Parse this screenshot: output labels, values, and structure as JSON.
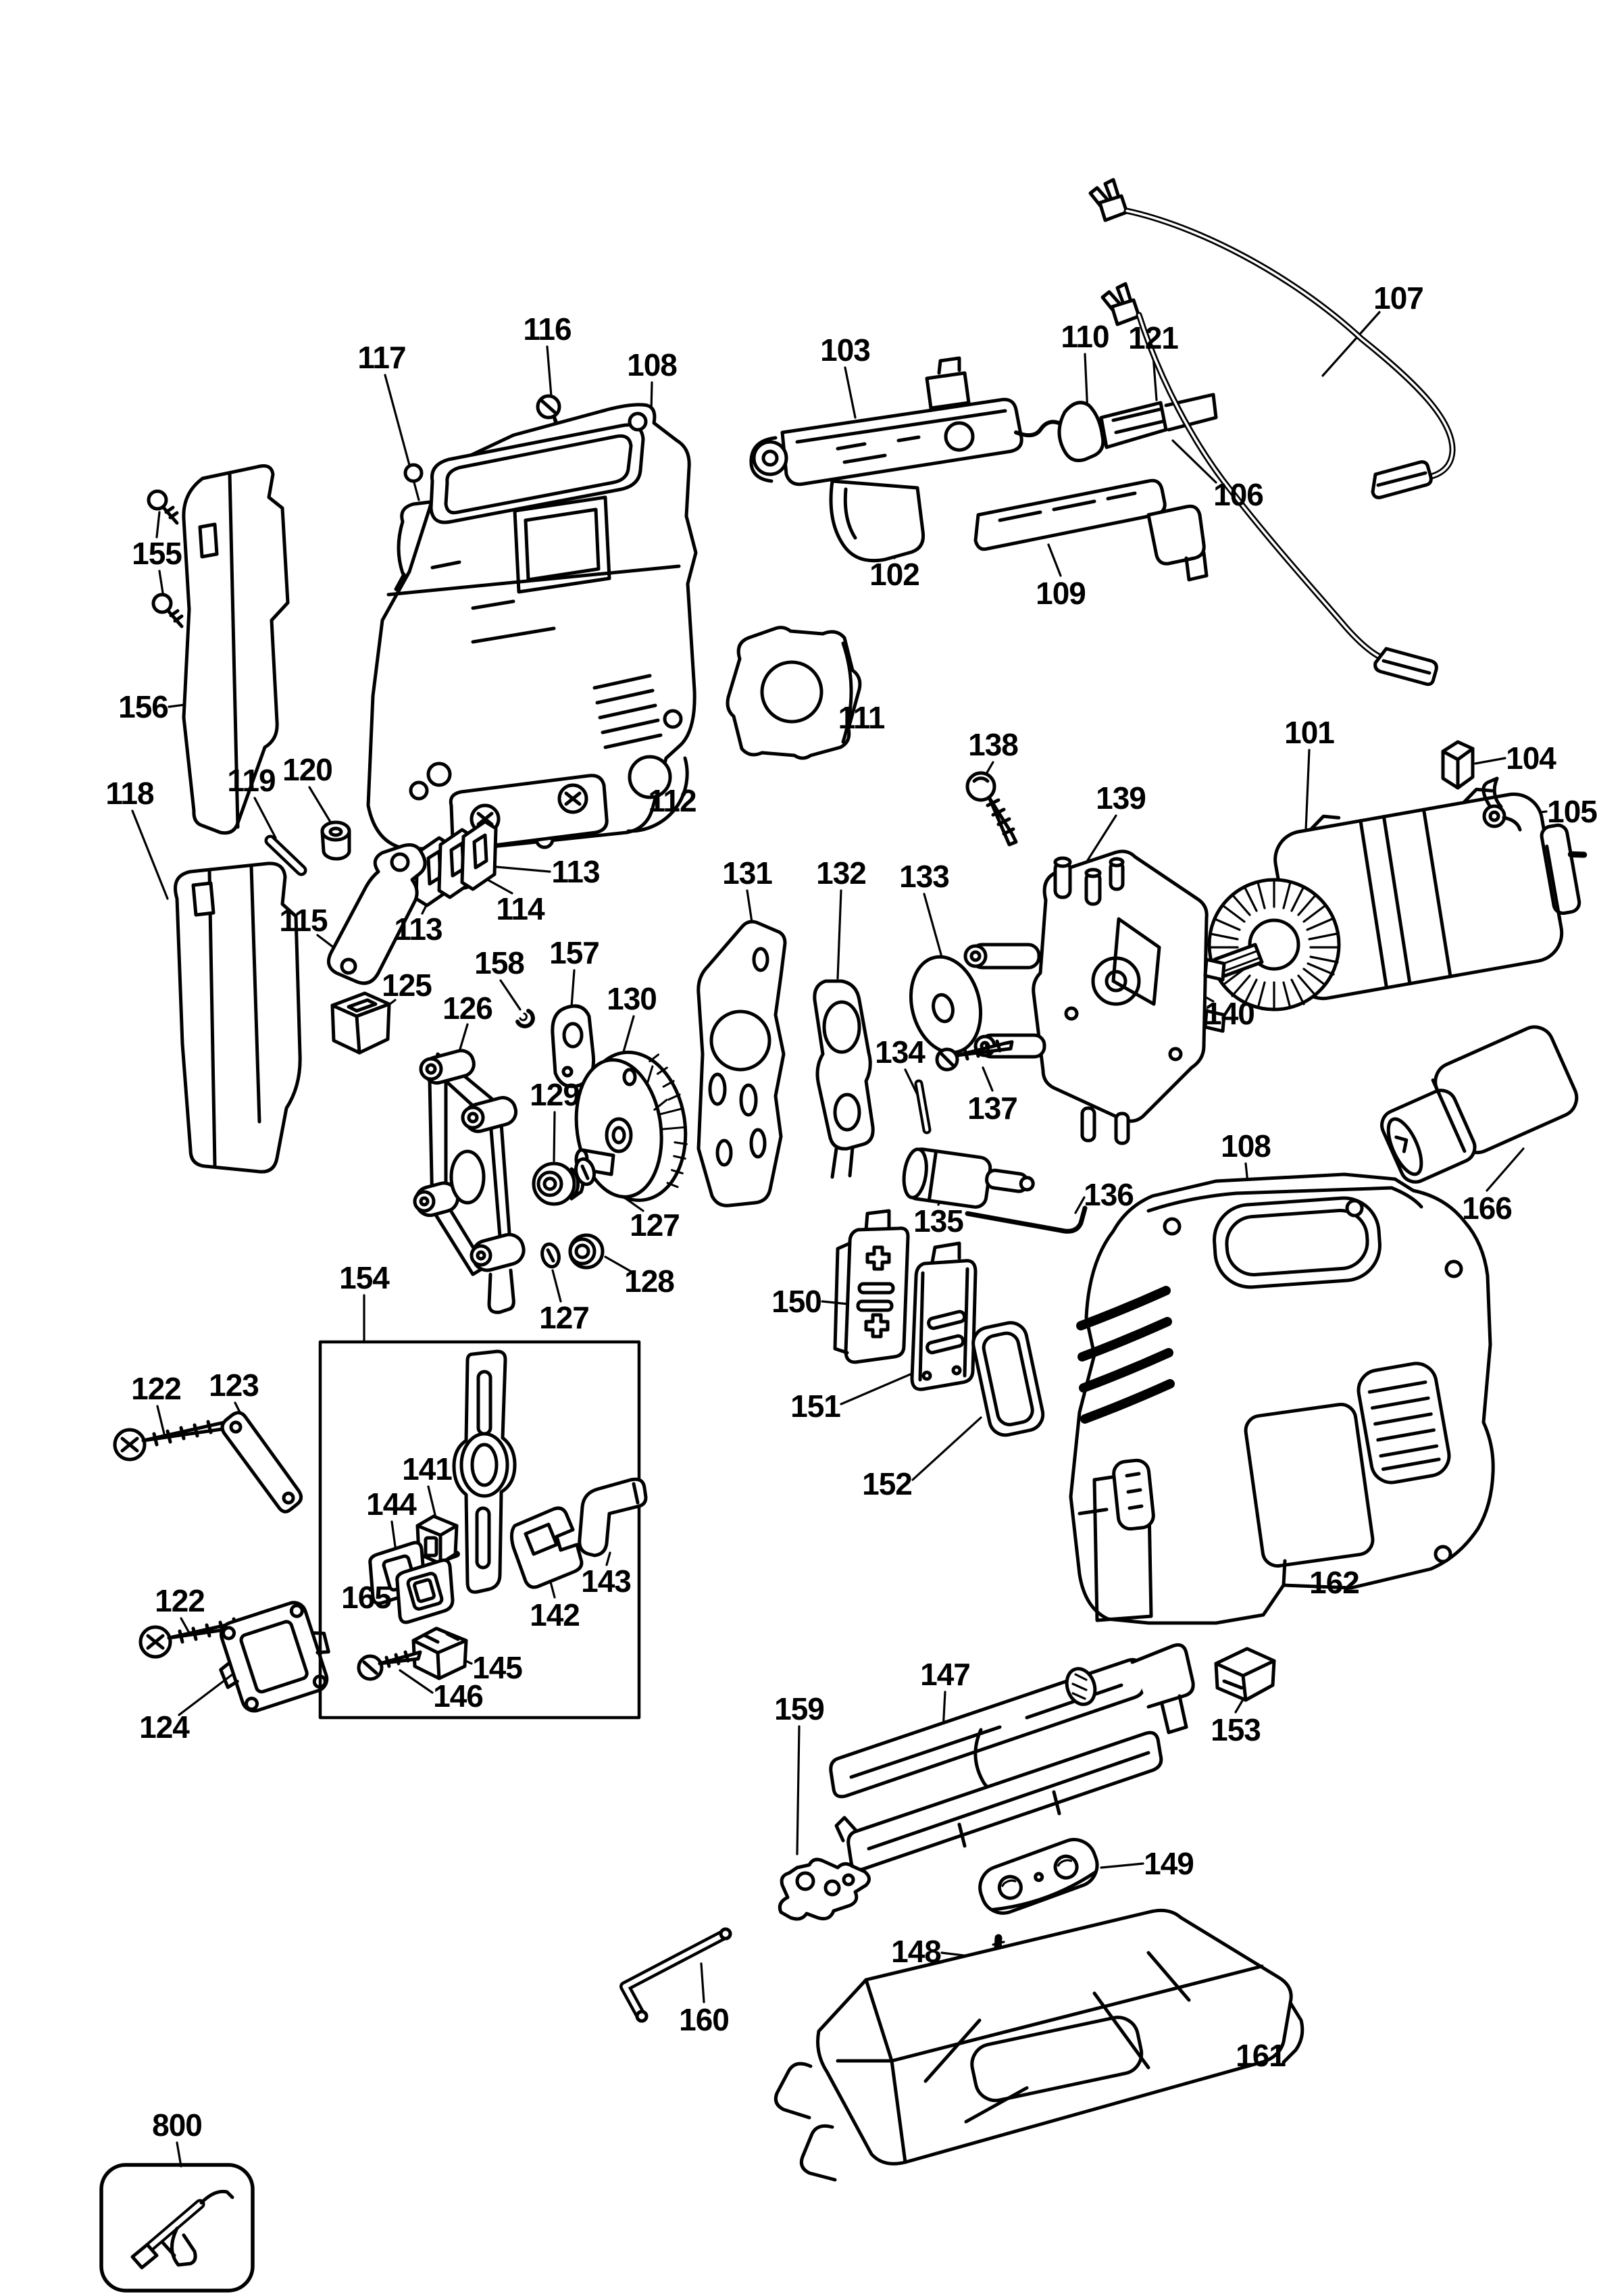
{
  "document": {
    "kind": "exploded parts diagram",
    "subject": "jigsaw power tool",
    "ink_color": "#000000",
    "paper_color": "#ffffff"
  },
  "callouts": [
    {
      "text": "101"
    },
    {
      "text": "102"
    },
    {
      "text": "103"
    },
    {
      "text": "104"
    },
    {
      "text": "105"
    },
    {
      "text": "106"
    },
    {
      "text": "107"
    },
    {
      "text": "108"
    },
    {
      "text": "108"
    },
    {
      "text": "109"
    },
    {
      "text": "110"
    },
    {
      "text": "111"
    },
    {
      "text": "112"
    },
    {
      "text": "113"
    },
    {
      "text": "113"
    },
    {
      "text": "114"
    },
    {
      "text": "115"
    },
    {
      "text": "116"
    },
    {
      "text": "117"
    },
    {
      "text": "118"
    },
    {
      "text": "119"
    },
    {
      "text": "120"
    },
    {
      "text": "121"
    },
    {
      "text": "122"
    },
    {
      "text": "122"
    },
    {
      "text": "123"
    },
    {
      "text": "124"
    },
    {
      "text": "125"
    },
    {
      "text": "126"
    },
    {
      "text": "127"
    },
    {
      "text": "127"
    },
    {
      "text": "128"
    },
    {
      "text": "129"
    },
    {
      "text": "130"
    },
    {
      "text": "131"
    },
    {
      "text": "132"
    },
    {
      "text": "133"
    },
    {
      "text": "134"
    },
    {
      "text": "135"
    },
    {
      "text": "136"
    },
    {
      "text": "137"
    },
    {
      "text": "138"
    },
    {
      "text": "139"
    },
    {
      "text": "140"
    },
    {
      "text": "141"
    },
    {
      "text": "142"
    },
    {
      "text": "143"
    },
    {
      "text": "144"
    },
    {
      "text": "145"
    },
    {
      "text": "146"
    },
    {
      "text": "147"
    },
    {
      "text": "148"
    },
    {
      "text": "149"
    },
    {
      "text": "150"
    },
    {
      "text": "151"
    },
    {
      "text": "152"
    },
    {
      "text": "153"
    },
    {
      "text": "154"
    },
    {
      "text": "155"
    },
    {
      "text": "156"
    },
    {
      "text": "157"
    },
    {
      "text": "158"
    },
    {
      "text": "159"
    },
    {
      "text": "160"
    },
    {
      "text": "161"
    },
    {
      "text": "162"
    },
    {
      "text": "165"
    },
    {
      "text": "166"
    },
    {
      "text": "800"
    }
  ]
}
